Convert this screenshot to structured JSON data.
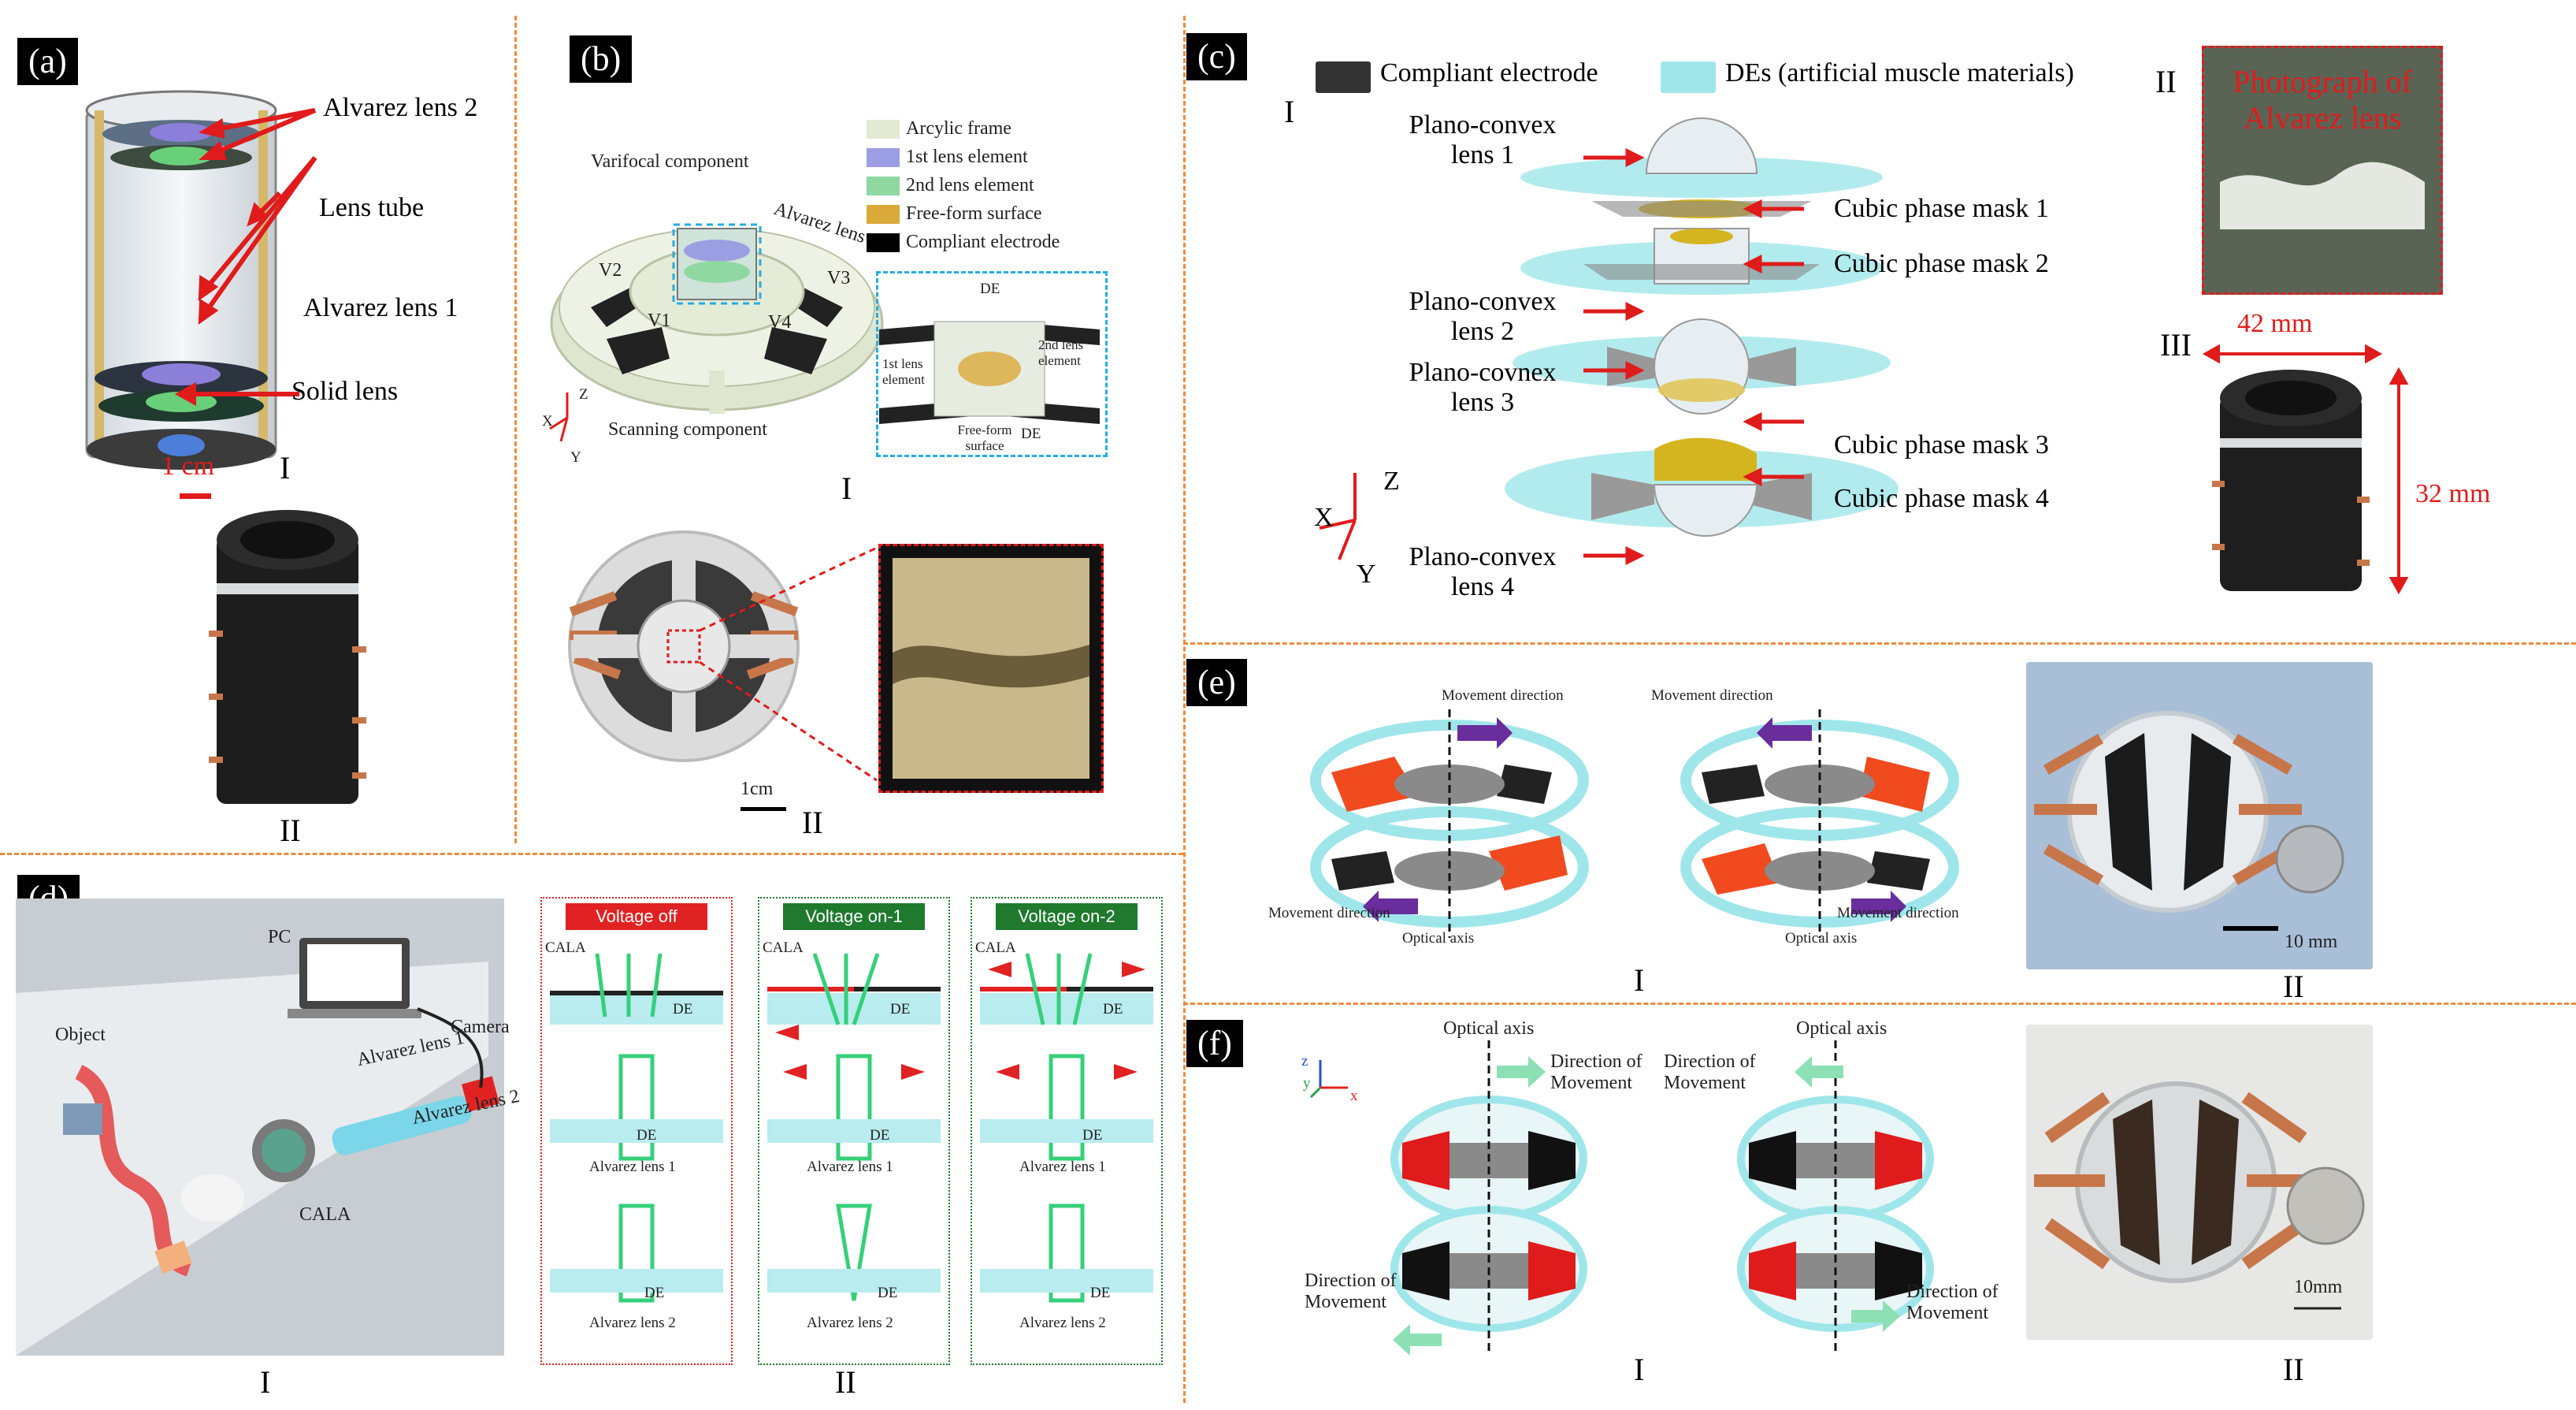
{
  "panels": {
    "a": {
      "label": "(a)",
      "labels": [
        "Alvarez lens 2",
        "Lens tube",
        "Alvarez lens 1",
        "Solid lens"
      ],
      "scale": "1 cm",
      "roman": [
        "I",
        "II"
      ]
    },
    "b": {
      "label": "(b)",
      "legend": [
        "Arcylic frame",
        "1st lens element",
        "2nd lens element",
        "Free-form surface",
        "Compliant electrode"
      ],
      "labels": [
        "Varifocal component",
        "Alvarez lens",
        "Scanning component",
        "V2",
        "V3",
        "V1",
        "V4"
      ],
      "inset": [
        "DE",
        "1st lens element",
        "2nd lens element",
        "Free-form surface",
        "DE"
      ],
      "axes": [
        "Z",
        "X",
        "Y"
      ],
      "scale": "1cm",
      "roman": [
        "I",
        "II"
      ]
    },
    "c": {
      "label": "(c)",
      "legend": [
        "Compliant electrode",
        "DEs (artificial muscle materials)"
      ],
      "left_labels": [
        "Plano-convex lens 1",
        "Plano-convex lens 2",
        "Plano-covnex lens 3",
        "Plano-convex lens 4"
      ],
      "right_labels": [
        "Cubic phase mask 1",
        "Cubic phase mask 2",
        "Cubic phase mask 3",
        "Cubic phase mask 4"
      ],
      "axes": [
        "Z",
        "X",
        "Y"
      ],
      "photo_caption": "Photograph of Alvarez lens",
      "dims": [
        "42 mm",
        "32 mm"
      ],
      "roman": [
        "I",
        "II",
        "III"
      ]
    },
    "d": {
      "label": "(d)",
      "labels": [
        "PC",
        "Object",
        "Camera",
        "Alvarez lens 1",
        "Alvarez lens 2",
        "CALA"
      ],
      "states": [
        "Voltage off",
        "Voltage on-1",
        "Voltage on-2"
      ],
      "state_labels": [
        "CALA",
        "DE",
        "DE",
        "Alvarez lens 1",
        "DE",
        "Alvarez lens 2"
      ],
      "roman": [
        "I",
        "II"
      ]
    },
    "e": {
      "label": "(e)",
      "labels": [
        "Movement direction",
        "Movement direction",
        "Movement direction",
        "Optical axis",
        "Movement direction",
        "Optical axis"
      ],
      "scale": "10 mm",
      "roman": [
        "I",
        "II"
      ]
    },
    "f": {
      "label": "(f)",
      "labels": [
        "Optical axis",
        "Direction of Movement",
        "Direction of Movement",
        "Optical axis",
        "Direction of Movement",
        "Direction of Movement"
      ],
      "axes": [
        "z",
        "y",
        "x"
      ],
      "scale": "10mm",
      "roman": [
        "I",
        "II"
      ]
    }
  },
  "colors": {
    "arrow_red": "#e01b1b",
    "divider": "#f08a3c",
    "de_cyan": "#9fe6ea",
    "electrode_dark": "#333333",
    "voltage_off": "#e02222",
    "voltage_on": "#1f7a2e",
    "purple_arrow": "#6a2d9c",
    "electrode_orange": "#f04a1e"
  }
}
